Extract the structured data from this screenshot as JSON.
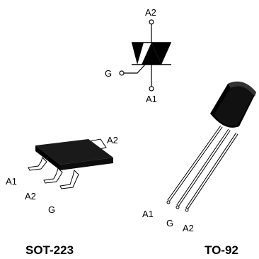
{
  "symbol": {
    "pin_a2": "A2",
    "pin_g": "G",
    "pin_a1": "A1"
  },
  "sot223": {
    "name": "SOT-223",
    "pin_a2": "A2",
    "pin_a1": "A1",
    "pin_a2_lower": "A2",
    "pin_g": "G"
  },
  "to92": {
    "name": "TO-92",
    "pin_a1": "A1",
    "pin_g": "G",
    "pin_a2": "A2"
  },
  "colors": {
    "ink": "#000000",
    "background": "#ffffff"
  }
}
